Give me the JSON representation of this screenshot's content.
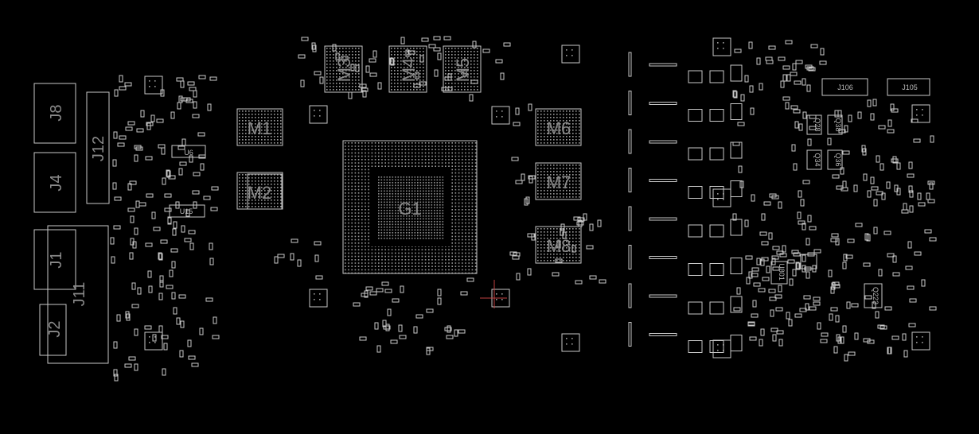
{
  "board": {
    "connectors": {
      "J8": "J8",
      "J4": "J4",
      "J12": "J12",
      "J1": "J1",
      "J11": "J11",
      "J2": "J2",
      "J106": "J106",
      "J105": "J105"
    },
    "memory": {
      "M1": "M1",
      "M2": "M2",
      "M3": "M3",
      "M4": "M4",
      "M5": "M5",
      "M6": "M6",
      "M7": "M7",
      "M8": "M8"
    },
    "gpu": "G1",
    "ics": {
      "U6": "U6",
      "U15": "U15",
      "U801": "U801",
      "Q223": "Q223",
      "Q28": "Q28",
      "Q38": "Q38",
      "Q34": "Q34",
      "Q36": "Q36"
    },
    "highlight_color": "#1aa6a6",
    "trace_color": "#c8c8c8"
  }
}
